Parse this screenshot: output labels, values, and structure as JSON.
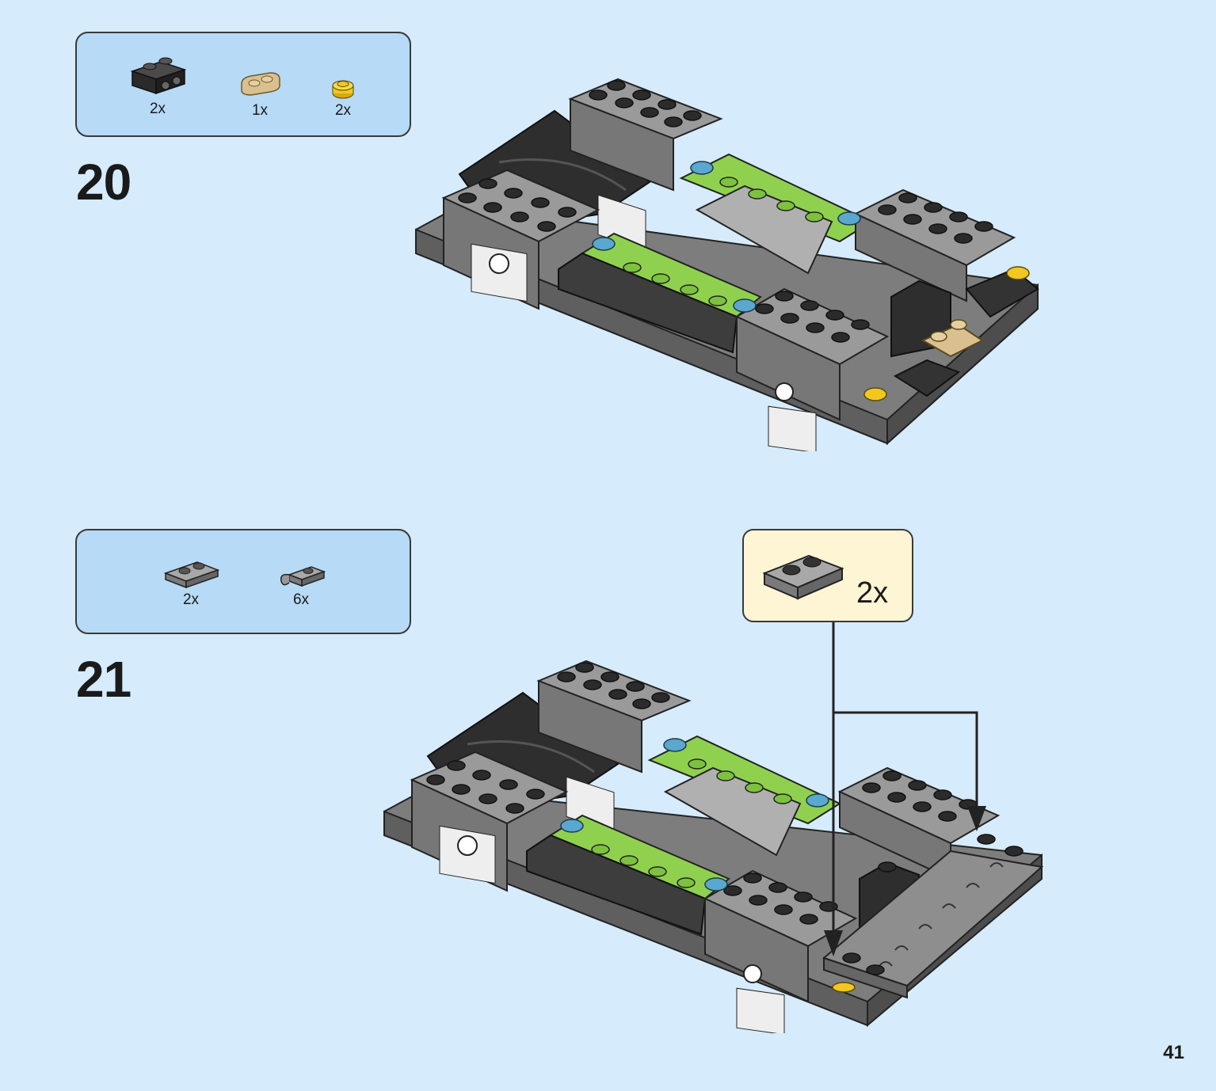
{
  "page_number": "41",
  "colors": {
    "page_background": "#d6ebfb",
    "parts_box_fill": "#b7daf6",
    "callout_fill": "#fdf5d4",
    "brick_gray": "#8e8e8e",
    "brick_dark": "#333333",
    "lime": "#8fd14f",
    "azure": "#5aa7cf",
    "yellow": "#f2c81f",
    "tan": "#d9c08e"
  },
  "steps": [
    {
      "number": "20",
      "parts": [
        {
          "icon": "black-bracket-plate-icon",
          "quantity": "2x"
        },
        {
          "icon": "tan-1x2-round-plate-icon",
          "quantity": "1x"
        },
        {
          "icon": "yellow-round-plate-icon",
          "quantity": "2x"
        }
      ]
    },
    {
      "number": "21",
      "parts": [
        {
          "icon": "gray-1x2-plate-icon",
          "quantity": "2x"
        },
        {
          "icon": "gray-clip-plate-icon",
          "quantity": "6x"
        }
      ],
      "callout": {
        "icon": "gray-1x2-plate-icon",
        "quantity": "2x"
      }
    }
  ]
}
